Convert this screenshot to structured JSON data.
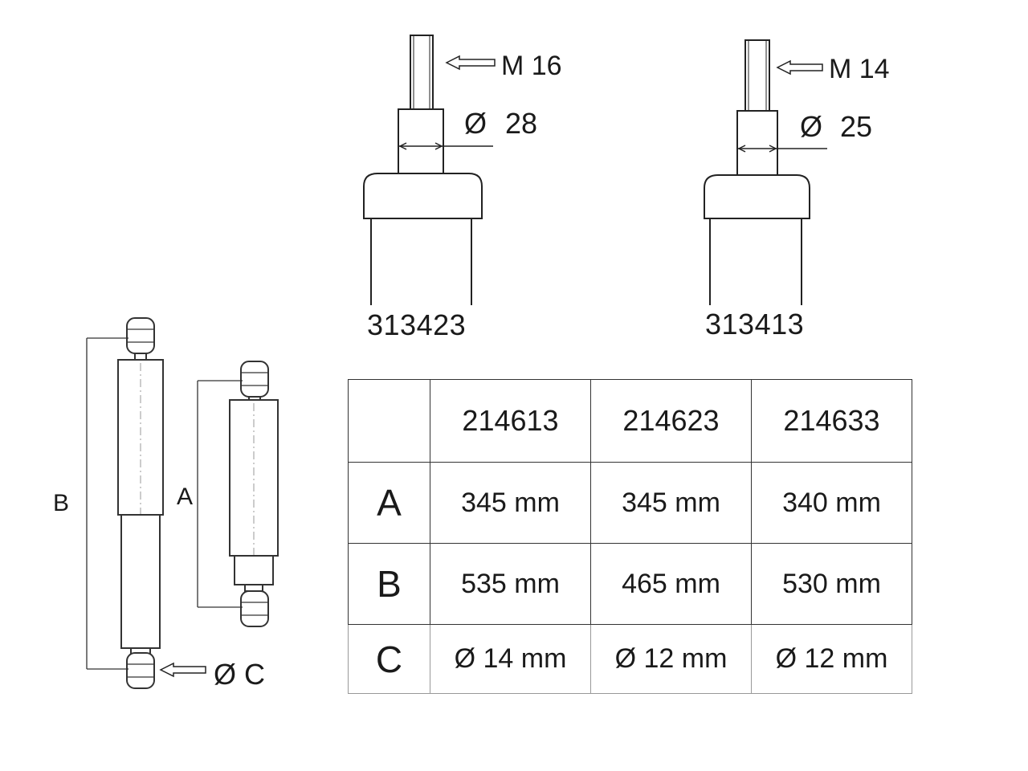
{
  "top_parts": [
    {
      "part_number": "313423",
      "thread": "M 16",
      "diameter_symbol": "Ø",
      "diameter": "28"
    },
    {
      "part_number": "313413",
      "thread": "M 14",
      "diameter_symbol": "Ø",
      "diameter": "25"
    }
  ],
  "side_labels": {
    "b": "B",
    "a": "A",
    "c": "Ø C"
  },
  "table": {
    "columns": [
      "",
      "214613",
      "214623",
      "214633"
    ],
    "rows": [
      {
        "label": "A",
        "values": [
          "345 mm",
          "345 mm",
          "340 mm"
        ]
      },
      {
        "label": "B",
        "values": [
          "535 mm",
          "465 mm",
          "530 mm"
        ]
      },
      {
        "label": "C",
        "values": [
          "Ø 14 mm",
          "Ø 12 mm",
          "Ø 12 mm"
        ]
      }
    ]
  }
}
